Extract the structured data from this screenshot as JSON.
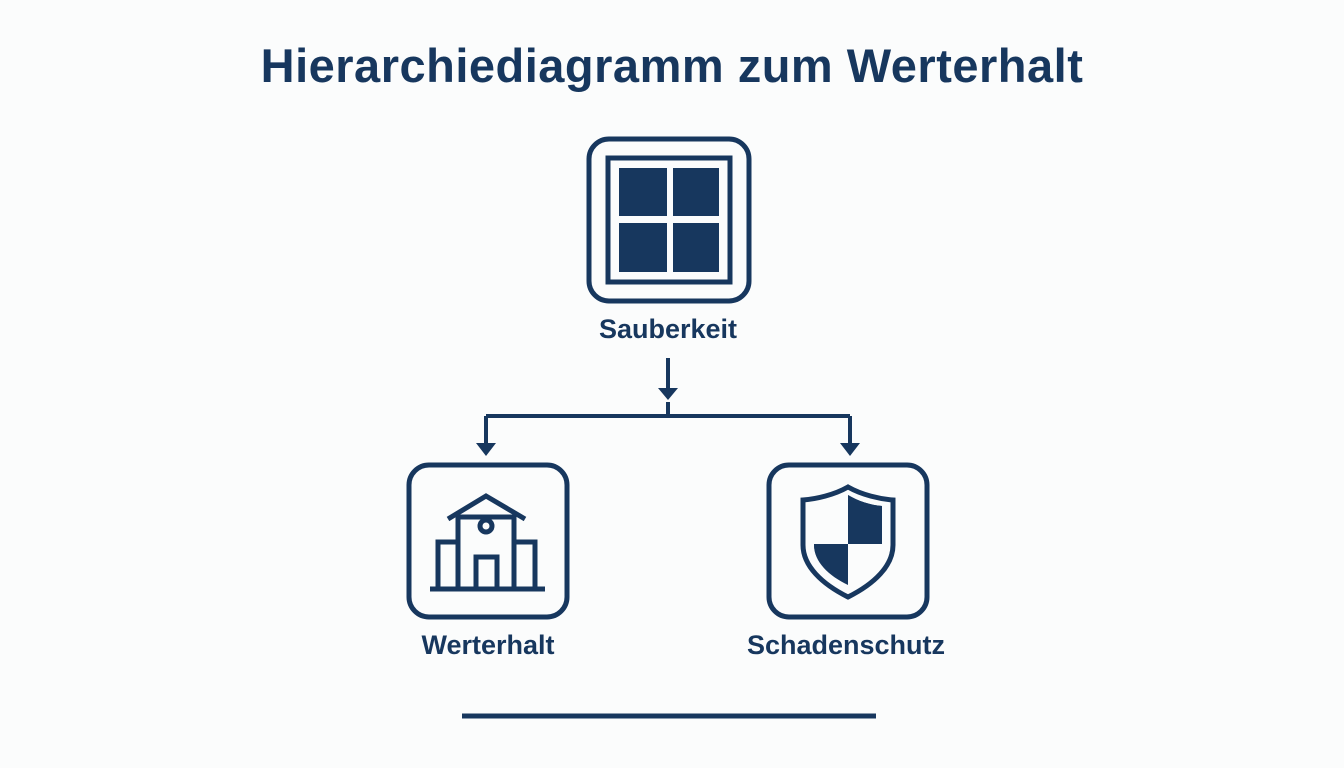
{
  "title": "Hierarchiediagramm zum Werterhalt",
  "colors": {
    "primary": "#17375e",
    "background": "#fbfcfc"
  },
  "nodes": {
    "root": {
      "label": "Sauberkeit",
      "icon": "window-icon"
    },
    "left": {
      "label": "Werterhalt",
      "icon": "building-icon"
    },
    "right": {
      "label": "Schadenschutz",
      "icon": "shield-icon"
    }
  }
}
